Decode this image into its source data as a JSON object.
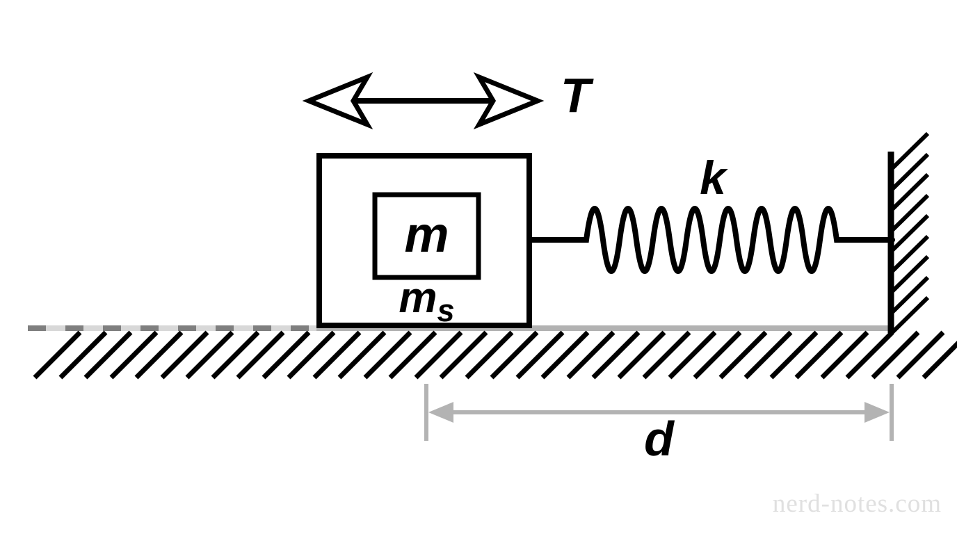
{
  "diagram": {
    "labels": {
      "period": "T",
      "spring_constant": "k",
      "inner_mass": "m",
      "system_mass_base": "m",
      "system_mass_sub": "s",
      "distance": "d"
    },
    "watermark": "nerd-notes.com",
    "colors": {
      "line": "#000000",
      "ground_line": "#b2b2b2",
      "dash_dark": "#7f7f7f",
      "dash_light": "#d8d8d8",
      "dimension": "#b3b3b3",
      "watermark": "#e0e0e0",
      "background": "#ffffff"
    }
  }
}
